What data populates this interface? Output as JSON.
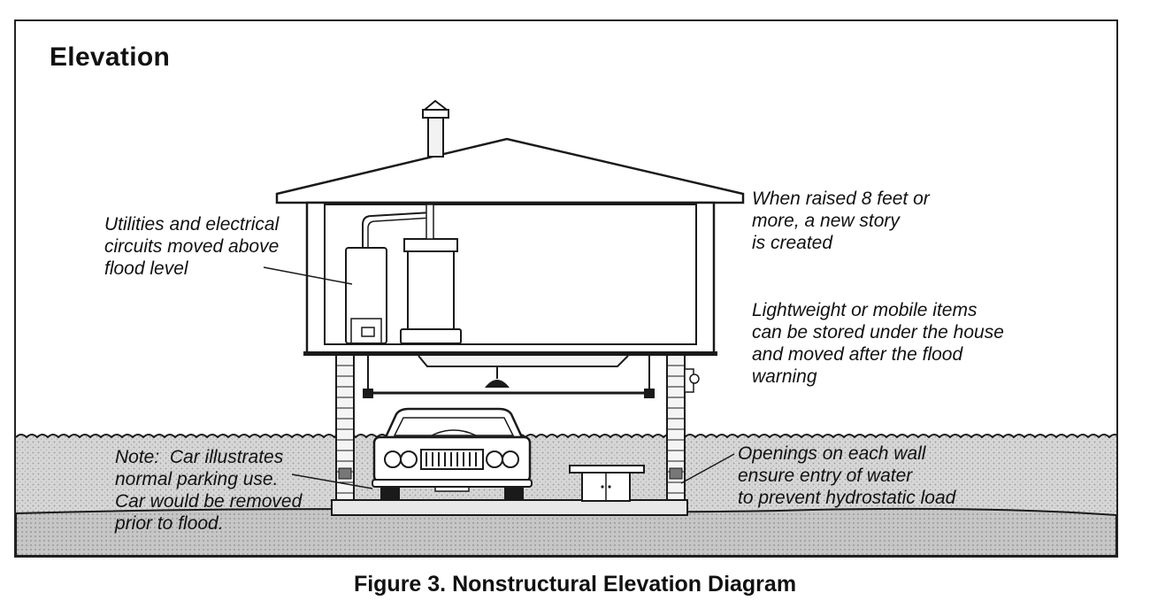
{
  "diagram": {
    "title": "Elevation",
    "annotations": {
      "utilities": "Utilities and electrical\ncircuits moved above\nflood level",
      "new_story": "When raised 8 feet or\nmore, a new story\nis created",
      "storage": "Lightweight or mobile items\ncan be stored under the house\nand moved after the flood\nwarning",
      "note_car": "Note:  Car illustrates\nnormal parking use.\nCar would be removed\nprior to flood.",
      "openings": "Openings on each wall\nensure entry of water\nto prevent hydrostatic load"
    }
  },
  "caption": "Figure 3.  Nonstructural Elevation Diagram",
  "colors": {
    "line": "#1a1a1a",
    "water": "#d4d4d4",
    "ground": "#c4c4c4",
    "paper": "#ffffff"
  }
}
